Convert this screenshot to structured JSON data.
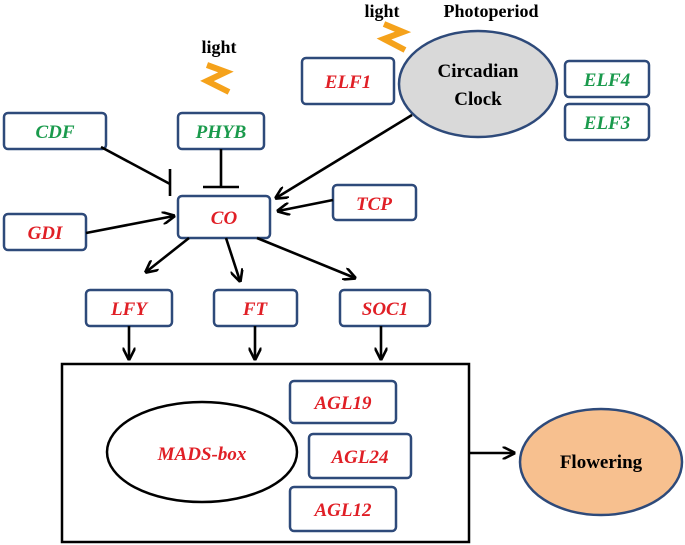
{
  "labels": {
    "light_top": "light",
    "photoperiod": "Photoperiod",
    "light_mid": "light",
    "circadian_line1": "Circadian",
    "circadian_line2": "Clock",
    "flowering": "Flowering",
    "mads_box": "MADS-box"
  },
  "genes": {
    "elf1": "ELF1",
    "elf4": "ELF4",
    "elf3": "ELF3",
    "cdf": "CDF",
    "phyb": "PHYB",
    "gdi": "GDI",
    "co": "CO",
    "tcp": "TCP",
    "lfy": "LFY",
    "ft": "FT",
    "soc1": "SOC1",
    "agl19": "AGL19",
    "agl24": "AGL24",
    "agl12": "AGL12"
  },
  "colors": {
    "box_border": "#2e4a7a",
    "gene_red": "#e01f26",
    "gene_green": "#1a9a4c",
    "light_symbol": "#f5a21b",
    "clock_fill": "#d9d9d9",
    "flowering_fill": "#f7c08f"
  },
  "icons": {
    "light": "lightning-zigzag-icon"
  }
}
